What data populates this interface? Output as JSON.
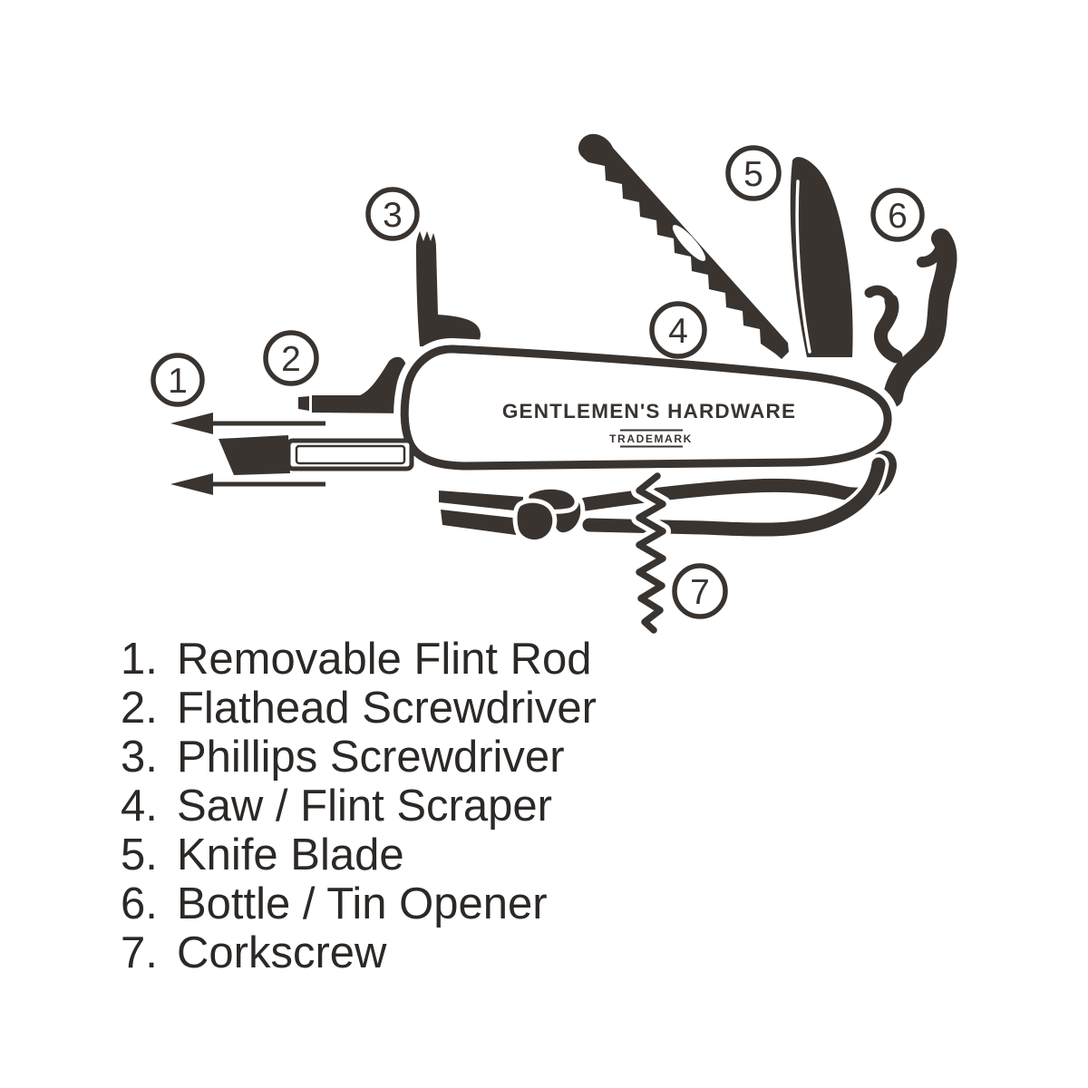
{
  "colors": {
    "ink": "#3a3430",
    "legend_text": "#2b2826",
    "background": "#ffffff"
  },
  "brand": {
    "name": "GENTLEMEN'S HARDWARE",
    "trademark": "TRADEMARK"
  },
  "diagram": {
    "callouts": [
      {
        "number": "1"
      },
      {
        "number": "2"
      },
      {
        "number": "3"
      },
      {
        "number": "4"
      },
      {
        "number": "5"
      },
      {
        "number": "6"
      },
      {
        "number": "7"
      }
    ]
  },
  "legend": {
    "items": [
      {
        "num": "1.",
        "label": "Removable Flint Rod"
      },
      {
        "num": "2.",
        "label": "Flathead Screwdriver"
      },
      {
        "num": "3.",
        "label": "Phillips Screwdriver"
      },
      {
        "num": "4.",
        "label": "Saw / Flint Scraper"
      },
      {
        "num": "5.",
        "label": "Knife Blade"
      },
      {
        "num": "6.",
        "label": "Bottle / Tin Opener"
      },
      {
        "num": "7.",
        "label": "Corkscrew"
      }
    ]
  }
}
